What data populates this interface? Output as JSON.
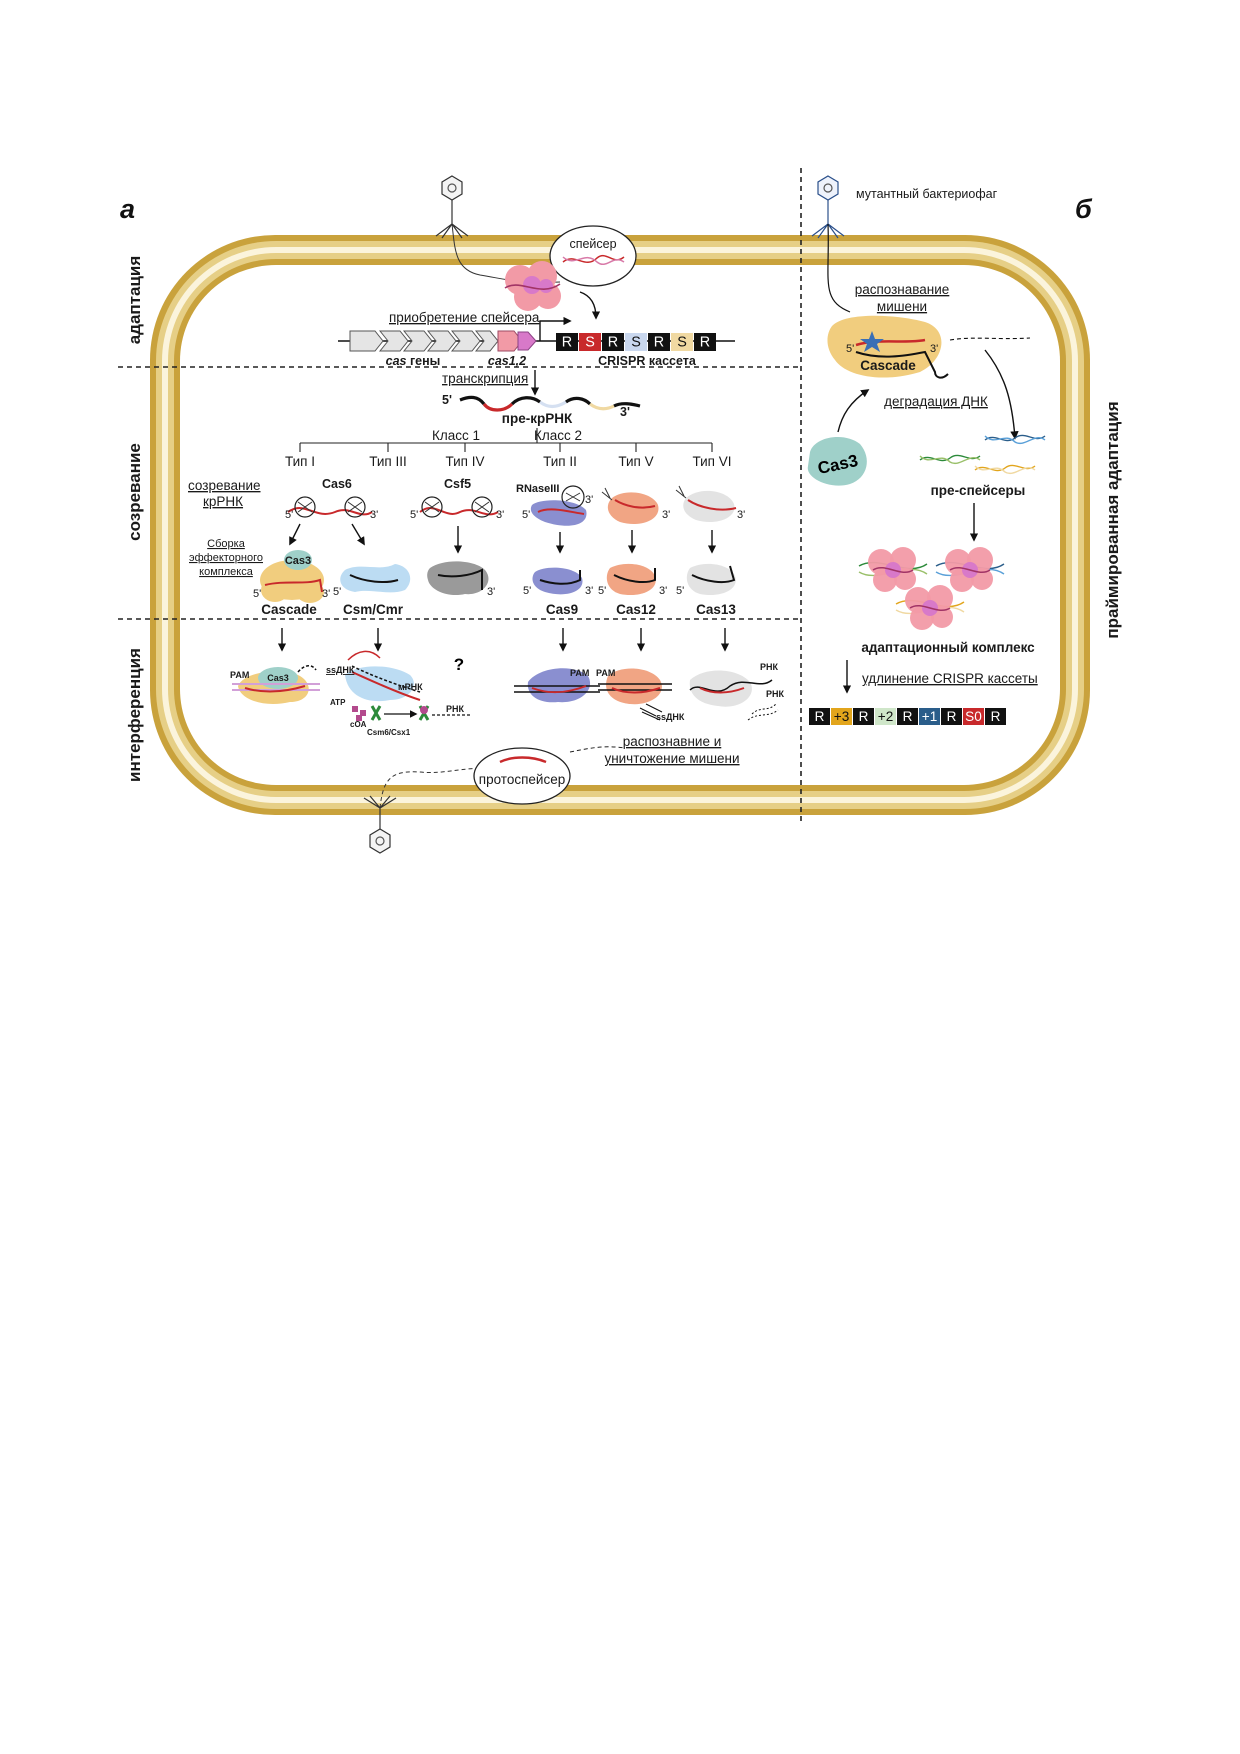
{
  "panels": {
    "a": "а",
    "b": "б"
  },
  "stages": {
    "adaptation": "адаптация",
    "maturation": "созревание",
    "interference": "интерференция",
    "primed": "праймированная адаптация"
  },
  "adaptation": {
    "spacer_bubble": "спейсер",
    "acquisition": "приобретение спейсера",
    "cas_genes_italic": "cas",
    "cas_genes_rest": " гены",
    "cas12_label": "cas1,2",
    "cassette_label": "CRISPR кассета",
    "cassette": [
      {
        "t": "R",
        "bg": "#111111",
        "fg": "#ffffff"
      },
      {
        "t": "S",
        "bg": "#c8292b",
        "fg": "#ffffff"
      },
      {
        "t": "R",
        "bg": "#111111",
        "fg": "#ffffff"
      },
      {
        "t": "S",
        "bg": "#c9d7ee",
        "fg": "#111111"
      },
      {
        "t": "R",
        "bg": "#111111",
        "fg": "#ffffff"
      },
      {
        "t": "S",
        "bg": "#f0d9a2",
        "fg": "#111111"
      },
      {
        "t": "R",
        "bg": "#111111",
        "fg": "#ffffff"
      }
    ]
  },
  "maturation": {
    "transcription": "транскрипция",
    "five_prime": "5'",
    "three_prime": "3'",
    "pre_crrna": "пре-крРНК",
    "class1": "Класс 1",
    "class2": "Класс 2",
    "types": [
      "Тип I",
      "Тип III",
      "Тип IV",
      "Тип II",
      "Тип V",
      "Тип VI"
    ],
    "crrna_maturation_l1": "созревание",
    "crrna_maturation_l2": "крРНК",
    "assembly_l1": "Сборка",
    "assembly_l2": "эффекторного",
    "assembly_l3": "комплекса",
    "enzymes": {
      "cas6": "Cas6",
      "csf5": "Csf5",
      "rnase": "RNaseIII"
    },
    "cas3": "Cas3",
    "complexes": [
      "Cascade",
      "Csm/Cmr",
      "Cas9",
      "Cas12",
      "Cas13"
    ]
  },
  "interference": {
    "pam": "PAM",
    "cas3": "Cas3",
    "ssdna": "ssДНК",
    "mrna": "мРНК",
    "atp": "ATP",
    "coa": "cOA",
    "csm6": "Csm6/Csx1",
    "rna": "РНК",
    "question": "?",
    "recognition_l1": "распознавние и",
    "recognition_l2": "уничтожение мишени",
    "protospacer": "протоспейсер"
  },
  "primed": {
    "mutant_phage": "мутантный бактериофаг",
    "target_recognition_l1": "распознавание",
    "target_recognition_l2": "мишени",
    "cascade": "Cascade",
    "dna_degradation": "деградация ДНК",
    "cas3": "Cas3",
    "prespacers": "пре-спейсеры",
    "adaptation_complex": "адаптационный комплекс",
    "extension": "удлинение CRISPR кассеты",
    "cassette": [
      {
        "t": "R",
        "bg": "#111111",
        "fg": "#ffffff"
      },
      {
        "t": "+3",
        "bg": "#e2a51c",
        "fg": "#111111"
      },
      {
        "t": "R",
        "bg": "#111111",
        "fg": "#ffffff"
      },
      {
        "t": "+2",
        "bg": "#cfe6c9",
        "fg": "#111111"
      },
      {
        "t": "R",
        "bg": "#111111",
        "fg": "#ffffff"
      },
      {
        "t": "+1",
        "bg": "#2a5d8a",
        "fg": "#ffffff"
      },
      {
        "t": "R",
        "bg": "#111111",
        "fg": "#ffffff"
      },
      {
        "t": "S0",
        "bg": "#c8292b",
        "fg": "#ffffff"
      },
      {
        "t": "R",
        "bg": "#111111",
        "fg": "#ffffff"
      }
    ]
  }
}
